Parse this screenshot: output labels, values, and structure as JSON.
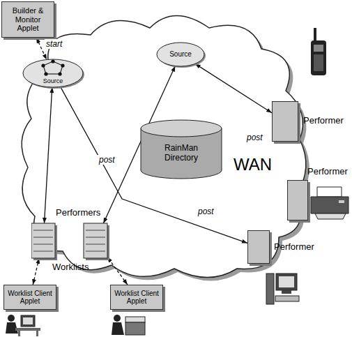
{
  "diagram": {
    "nodes": [
      {
        "text": [
          "Builder & Monitor Applet"
        ]
      },
      {
        "text": [
          "Source"
        ]
      },
      {
        "text": [
          "Source"
        ]
      },
      {
        "text": [
          "RainMan Directory"
        ]
      },
      {
        "text": [
          "Performers",
          "Worklists"
        ]
      },
      {
        "text": [
          "Performer"
        ]
      },
      {
        "text": [
          "Performer"
        ]
      },
      {
        "text": [
          "Performer"
        ]
      },
      {
        "text": [
          "Worklist Client Applet"
        ]
      },
      {
        "text": [
          "Worklist Client Applet"
        ]
      }
    ],
    "edges": [
      {
        "from": 0,
        "to": 1,
        "arrow": "both",
        "label": "start"
      },
      {
        "from": 1,
        "to": 4,
        "arrow": "both"
      },
      {
        "from": 2,
        "to": 4,
        "arrow": "both",
        "label": "post"
      },
      {
        "from": 2,
        "to": 5,
        "arrow": "both",
        "label": "post"
      },
      {
        "from": 1,
        "to": 7,
        "arrow": "to",
        "label": "post"
      },
      {
        "from": 8,
        "to": 4,
        "arrow": "both"
      },
      {
        "from": 9,
        "to": 4,
        "arrow": "both"
      }
    ],
    "labels": [
      "WAN"
    ]
  }
}
